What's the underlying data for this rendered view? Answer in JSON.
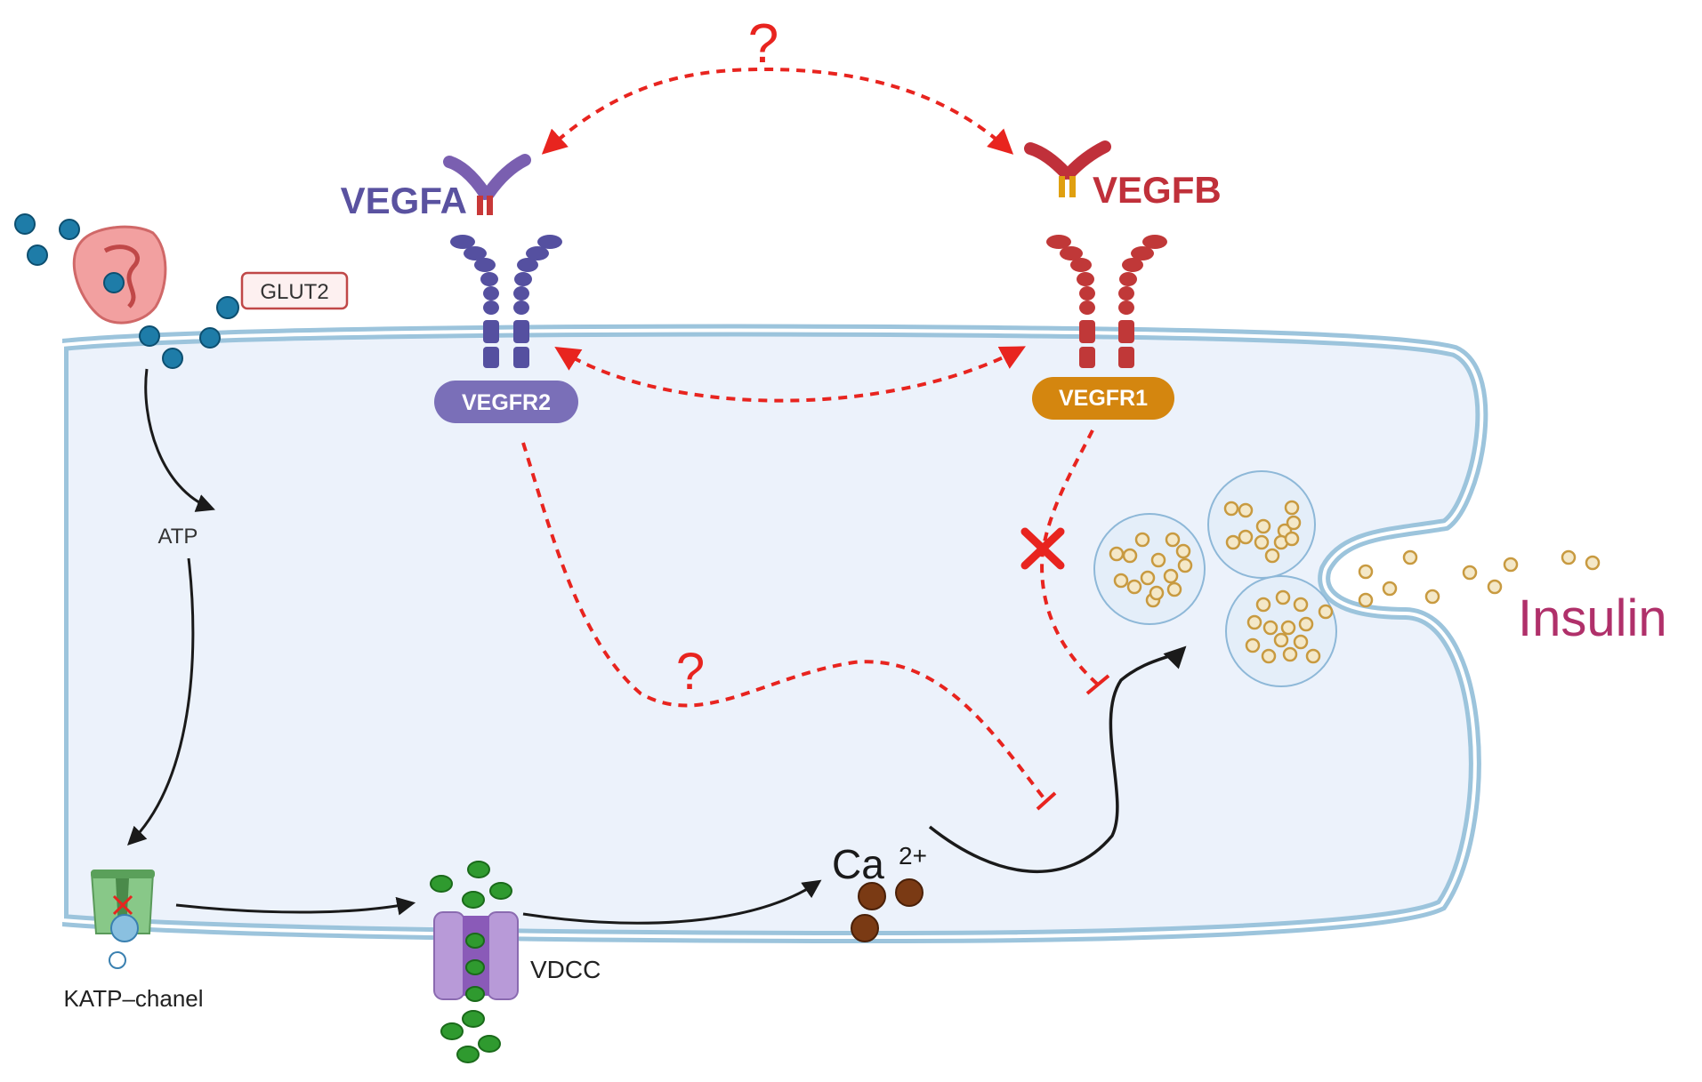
{
  "labels": {
    "vegfa": "VEGFA",
    "vegfb": "VEGFB",
    "vegfr2": "VEGFR2",
    "vegfr1": "VEGFR1",
    "glut2": "GLUT2",
    "atp": "ATP",
    "katp": "KATP–chanel",
    "vdcc": "VDCC",
    "calcium": "Ca",
    "calcium_charge": "2+",
    "insulin": "Insulin",
    "question": "?"
  },
  "colors": {
    "vegfa_text": "#5a52a0",
    "vegfb_text": "#c0303a",
    "vegfr2_badge": "#7a6fb8",
    "vegfr1_badge": "#d4860f",
    "insulin_text": "#b0306a",
    "red_dashed": "#e8241f",
    "cell_fill": "#ecf2fb",
    "membrane": "#9cc4dc",
    "glucose": "#1e7ca8",
    "vdcc_channel": "#b89ad8",
    "vdcc_ions": "#2f9a2f",
    "calcium_ions": "#7a3a14",
    "granule": "#d9b060"
  }
}
